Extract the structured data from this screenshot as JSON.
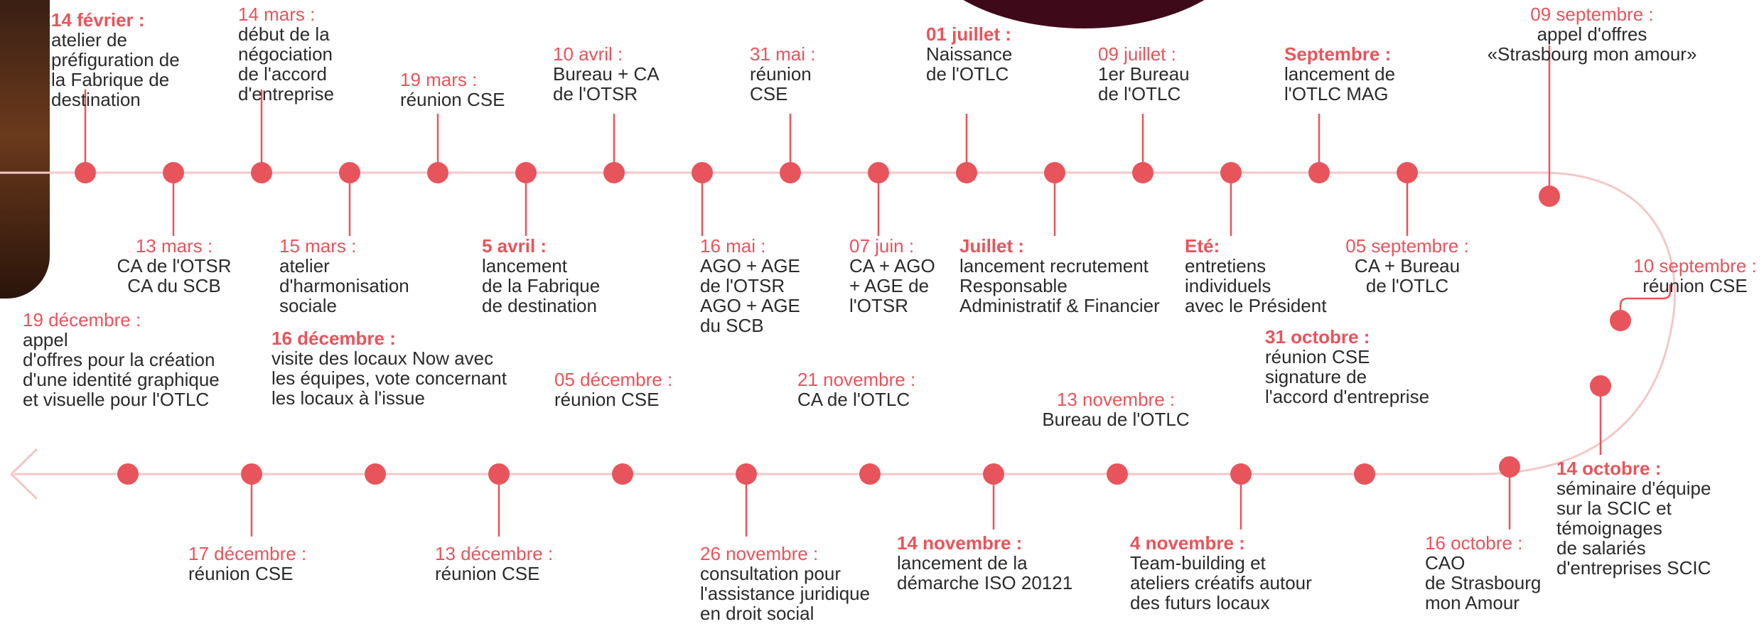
{
  "colors": {
    "accent": "#e8545b",
    "line": "#f4c7c8",
    "text": "#2b2b2b",
    "blob": "#3e0a1a"
  },
  "events": [
    {
      "id": "e01",
      "date": "14 février :",
      "bold": true,
      "desc": "atelier de\npréfiguration de\nla Fabrique de\ndestination"
    },
    {
      "id": "e02",
      "date": "13 mars :",
      "bold": false,
      "desc": "CA de l'OTSR\nCA du SCB"
    },
    {
      "id": "e03",
      "date": "14 mars :",
      "bold": false,
      "desc": "début de la\nnégociation\nde l'accord\nd'entreprise"
    },
    {
      "id": "e04",
      "date": "15 mars :",
      "bold": false,
      "desc": "atelier\nd'harmonisation\nsociale"
    },
    {
      "id": "e05",
      "date": "19 mars :",
      "bold": false,
      "desc": "réunion CSE"
    },
    {
      "id": "e06",
      "date": "5 avril :",
      "bold": true,
      "desc": "lancement\nde la Fabrique\nde destination"
    },
    {
      "id": "e07",
      "date": "10 avril :",
      "bold": false,
      "desc": "Bureau + CA\nde l'OTSR"
    },
    {
      "id": "e08",
      "date": "16 mai :",
      "bold": false,
      "desc": "AGO + AGE\nde l'OTSR\nAGO + AGE\ndu SCB"
    },
    {
      "id": "e09",
      "date": "31 mai :",
      "bold": false,
      "desc": "réunion\nCSE"
    },
    {
      "id": "e10",
      "date": "07 juin :",
      "bold": false,
      "desc": "CA + AGO\n+ AGE de\nl'OTSR"
    },
    {
      "id": "e11",
      "date": "01 juillet :",
      "bold": true,
      "desc": "Naissance\nde l'OTLC"
    },
    {
      "id": "e12",
      "date": "Juillet :",
      "bold": true,
      "desc": "lancement recrutement\nResponsable\nAdministratif & Financier"
    },
    {
      "id": "e13",
      "date": "09 juillet :",
      "bold": false,
      "desc": "1er Bureau\nde l'OTLC"
    },
    {
      "id": "e14",
      "date": "Eté:",
      "bold": true,
      "desc": "entretiens\nindividuels\navec le Président"
    },
    {
      "id": "e15",
      "date": "Septembre :",
      "bold": true,
      "desc": "lancement de\nl'OTLC MAG"
    },
    {
      "id": "e16",
      "date": "05 septembre :",
      "bold": false,
      "desc": "CA + Bureau\nde l'OTLC"
    },
    {
      "id": "e17",
      "date": "09 septembre :",
      "bold": false,
      "desc": "appel d'offres\n«Strasbourg mon amour»"
    },
    {
      "id": "e18",
      "date": "10 septembre :",
      "bold": false,
      "desc": "réunion CSE"
    },
    {
      "id": "e19",
      "date": "14 octobre :",
      "bold": true,
      "desc": "séminaire d'équipe\nsur la SCIC et\ntémoignages\nde salariés\nd'entreprises SCIC"
    },
    {
      "id": "e20",
      "date": "16 octobre :",
      "bold": false,
      "desc": "CAO\nde Strasbourg\nmon Amour"
    },
    {
      "id": "e21",
      "date": "31 octobre :",
      "bold": true,
      "desc": "réunion CSE\nsignature de\nl'accord d'entreprise"
    },
    {
      "id": "e22",
      "date": "4 novembre :",
      "bold": true,
      "desc": "Team-building et\nateliers créatifs autour\ndes futurs locaux"
    },
    {
      "id": "e23",
      "date": "13 novembre :",
      "bold": false,
      "desc": "Bureau de l'OTLC"
    },
    {
      "id": "e24",
      "date": "14 novembre :",
      "bold": true,
      "desc": "lancement de la\ndémarche ISO 20121"
    },
    {
      "id": "e25",
      "date": "21 novembre :",
      "bold": false,
      "desc": "CA de l'OTLC"
    },
    {
      "id": "e26",
      "date": "26 novembre :",
      "bold": false,
      "desc": "consultation pour\nl'assistance juridique\nen droit social"
    },
    {
      "id": "e27",
      "date": "05 décembre :",
      "bold": false,
      "desc": "réunion CSE"
    },
    {
      "id": "e28",
      "date": "13 décembre :",
      "bold": false,
      "desc": "réunion CSE"
    },
    {
      "id": "e29",
      "date": "16 décembre :",
      "bold": true,
      "desc": "visite des locaux Now avec\nles équipes, vote concernant\nles locaux à l'issue"
    },
    {
      "id": "e30",
      "date": "17 décembre :",
      "bold": false,
      "desc": "réunion CSE"
    },
    {
      "id": "e31",
      "date": "19 décembre :",
      "bold": false,
      "desc": "appel\nd'offres pour la création\nd'une identité graphique\net visuelle pour l'OTLC"
    }
  ]
}
